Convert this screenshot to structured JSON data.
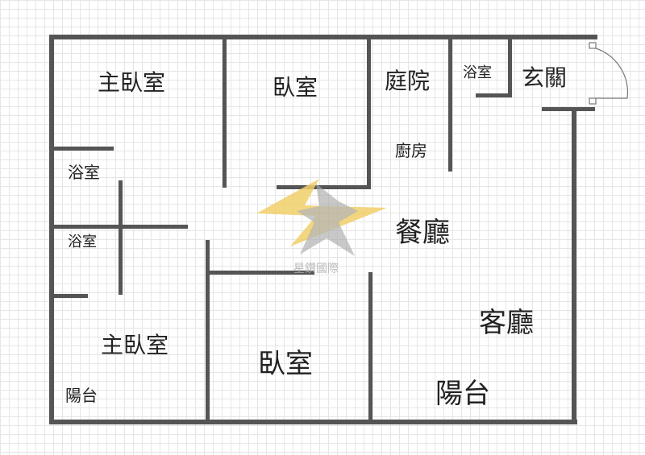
{
  "rooms": {
    "master_bedroom_top": "主臥室",
    "bedroom_top": "臥室",
    "courtyard": "庭院",
    "bathroom_top": "浴室",
    "entrance": "玄關",
    "kitchen": "廚房",
    "bathroom_left_1": "浴室",
    "bathroom_left_2": "浴室",
    "dining_room": "餐廳",
    "living_room": "客廳",
    "master_bedroom_bottom": "主臥室",
    "balcony_small": "陽台",
    "bedroom_bottom": "臥室",
    "balcony_large": "陽台"
  },
  "watermark": {
    "text": "星鑽國際",
    "colors": {
      "gold": "#f2cf6a",
      "gray": "#a9a9a9"
    }
  },
  "colors": {
    "wall": "#555555",
    "grid": "#e6e6e6"
  }
}
